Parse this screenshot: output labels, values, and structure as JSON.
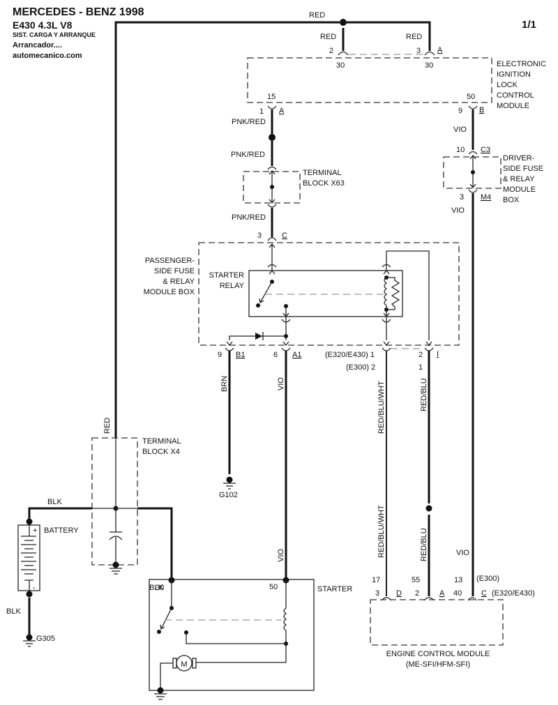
{
  "header": {
    "title": "MERCEDES - BENZ 1998",
    "model": "E430  4.3L  V8",
    "system": "SIST. CARGA Y ARRANQUE",
    "subsystem": "Arrancador....",
    "website": "automecanico.com",
    "page": "1/1"
  },
  "wires": {
    "red_top": "RED",
    "red_left_drop": "RED",
    "red_right_drop": "RED",
    "red_vertical": "RED",
    "pnk_red_1": "PNK/RED",
    "pnk_red_2": "PNK/RED",
    "pnk_red_3": "PNK/RED",
    "vio_top": "VIO",
    "vio_mid": "VIO",
    "vio_right_low": "VIO",
    "brn": "BRN",
    "vio_a1": "VIO",
    "vio_a1_low": "VIO",
    "red_blu_wht_1": "RED/BLU/WHT",
    "red_blu_wht_2": "RED/BLU/WHT",
    "red_blu_1": "RED/BLU",
    "red_blu_2": "RED/BLU",
    "blk_battery_top": "BLK",
    "blk_battery_bottom": "BLK",
    "blk_starter": "BLK"
  },
  "components": {
    "eis": {
      "label": [
        "ELECTRONIC",
        "IGNITION",
        "LOCK",
        "CONTROL",
        "MODULE"
      ],
      "pins": {
        "p2": "2",
        "p3": "3",
        "connA": "A",
        "t30a": "30",
        "t30b": "30",
        "t15": "15",
        "t50": "50",
        "p1": "1",
        "connA2": "A",
        "p9": "9",
        "connB": "B"
      }
    },
    "x63": {
      "label": [
        "TERMINAL",
        "BLOCK X63"
      ]
    },
    "driver_box": {
      "label": [
        "DRIVER-",
        "SIDE FUSE",
        "& RELAY",
        "MODULE",
        "BOX"
      ],
      "pins": {
        "p10": "10",
        "connC3": "C3",
        "p3": "3",
        "connM4": "M4"
      }
    },
    "passenger_box": {
      "label": [
        "PASSENGER-",
        "SIDE FUSE",
        "& RELAY",
        "MODULE BOX"
      ],
      "pins": {
        "p3": "3",
        "connC": "C",
        "p9": "9",
        "connB1": "B1",
        "p6": "6",
        "connA1": "A1",
        "e320": "(E320/E430) 1",
        "e300": "(E300) 2",
        "p2": "2",
        "p1": "1",
        "connI": "I"
      }
    },
    "starter_relay": {
      "label": [
        "STARTER",
        "RELAY"
      ]
    },
    "x4": {
      "label": [
        "TERMINAL",
        "BLOCK X4"
      ]
    },
    "battery": {
      "label": "BATTERY",
      "plus": "+",
      "minus": "-"
    },
    "ground_g102": "G102",
    "ground_g305": "G305",
    "starter": {
      "label": "STARTER",
      "t30": "30",
      "t50": "50",
      "motor": "M"
    },
    "ecm": {
      "label": [
        "ENGINE CONTROL MODULE",
        "(ME-SFI/HFM-SFI)"
      ],
      "pins": {
        "p17": "17",
        "p55": "55",
        "p13": "13",
        "e300": "(E300)",
        "p3": "3",
        "connD": "D",
        "p2": "2",
        "connA": "A",
        "p40": "40",
        "connC": "C",
        "e320": "(E320/E430)"
      }
    }
  }
}
